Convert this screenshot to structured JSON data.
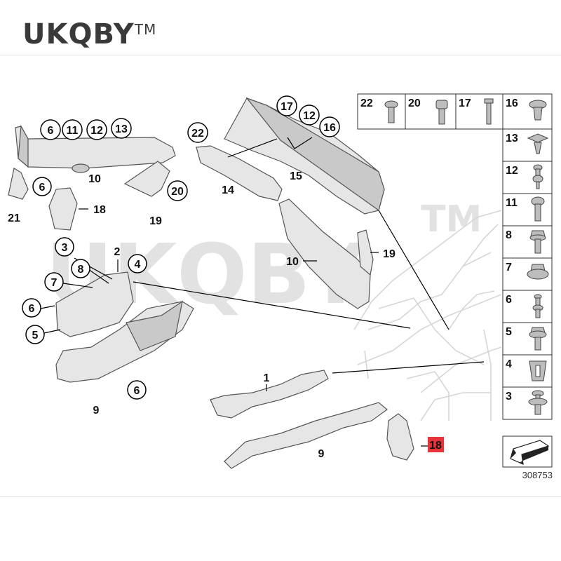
{
  "brand": {
    "name": "UKQBY",
    "tm": "TM"
  },
  "watermark": {
    "text": "UKQBY",
    "tm": "TM"
  },
  "diagram_number": "308753",
  "highlight_color": "#e8333b",
  "parts_table": [
    {
      "label": "22",
      "icon": "torx-bolt-short-icon"
    },
    {
      "label": "20",
      "icon": "socket-head-screw-icon"
    },
    {
      "label": "17",
      "icon": "long-bolt-icon"
    },
    {
      "label": "16",
      "icon": "expanding-rivet-icon"
    },
    {
      "label": "13",
      "icon": "push-clip-icon"
    },
    {
      "label": "12",
      "icon": "plastic-rivet-icon"
    },
    {
      "label": "11",
      "icon": "hex-screw-icon"
    },
    {
      "label": "8",
      "icon": "hex-flange-bolt-icon"
    },
    {
      "label": "7",
      "icon": "flange-nut-icon"
    },
    {
      "label": "6",
      "icon": "pin-clip-icon"
    },
    {
      "label": "5",
      "icon": "flange-screw-icon"
    },
    {
      "label": "4",
      "icon": "clip-nut-icon"
    },
    {
      "label": "3",
      "icon": "mushroom-clip-icon"
    }
  ],
  "callouts": {
    "c6a": "6",
    "c11": "11",
    "c12a": "12",
    "c13": "13",
    "c22": "22",
    "c17": "17",
    "c12b": "12",
    "c16": "16",
    "c6b": "6",
    "c20": "20",
    "c3": "3",
    "c4": "4",
    "c8": "8",
    "c7": "7",
    "c6c": "6",
    "c5": "5",
    "c6d": "6"
  },
  "labels": {
    "l10a": "10",
    "l14": "14",
    "l15": "15",
    "l21": "21",
    "l18a": "18",
    "l19a": "19",
    "l10b": "10",
    "l19b": "19",
    "l2": "2",
    "l9a": "9",
    "l1": "1",
    "l9b": "9",
    "l18b": "18"
  }
}
